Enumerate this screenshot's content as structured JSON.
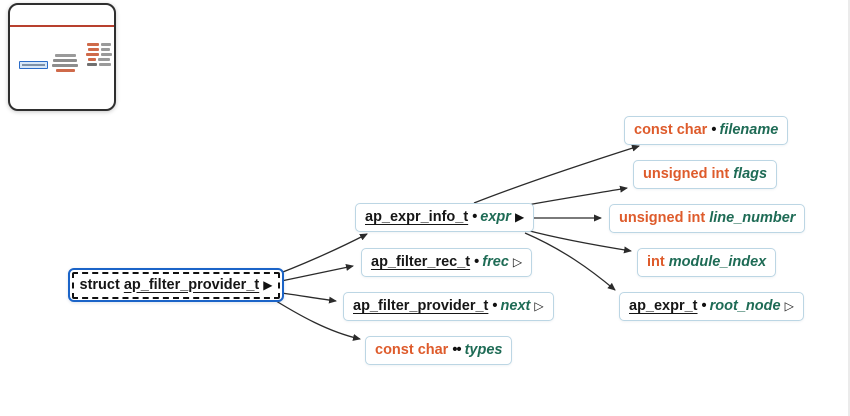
{
  "colors": {
    "keyword_orange": "#DE5B2B",
    "field_teal": "#1E6B55",
    "selection_blue": "#1B64C8",
    "node_border": "#BCD6E4",
    "arrow": "#2B2B2B",
    "minimap_rule_red": "#B8402E",
    "minimap_border": "#2F2F2F"
  },
  "icons": {
    "expander_filled": "▶",
    "expander_outline": "▷",
    "pointer_single": "•",
    "pointer_double": "••"
  },
  "nodes": {
    "root": {
      "prefix": "struct",
      "type_name": "ap_filter_provider_t",
      "expander": "▶"
    },
    "expr": {
      "type_name": "ap_expr_info_t",
      "pointer": "•",
      "field": "expr",
      "expander": "▶"
    },
    "frec": {
      "type_name": "ap_filter_rec_t",
      "pointer": "•",
      "field": "frec",
      "expander": "▷"
    },
    "next": {
      "type_name": "ap_filter_provider_t",
      "pointer": "•",
      "field": "next",
      "expander": "▷"
    },
    "types": {
      "keyword": "const char",
      "pointer": "••",
      "field": "types"
    },
    "filename": {
      "keyword": "const char",
      "pointer": "•",
      "field": "filename"
    },
    "flags": {
      "keyword": "unsigned int",
      "field": "flags"
    },
    "line_number": {
      "keyword": "unsigned int",
      "field": "line_number"
    },
    "module_index": {
      "keyword": "int",
      "field": "module_index"
    },
    "root_node": {
      "type_name": "ap_expr_t",
      "pointer": "•",
      "field": "root_node",
      "expander": "▷"
    }
  }
}
